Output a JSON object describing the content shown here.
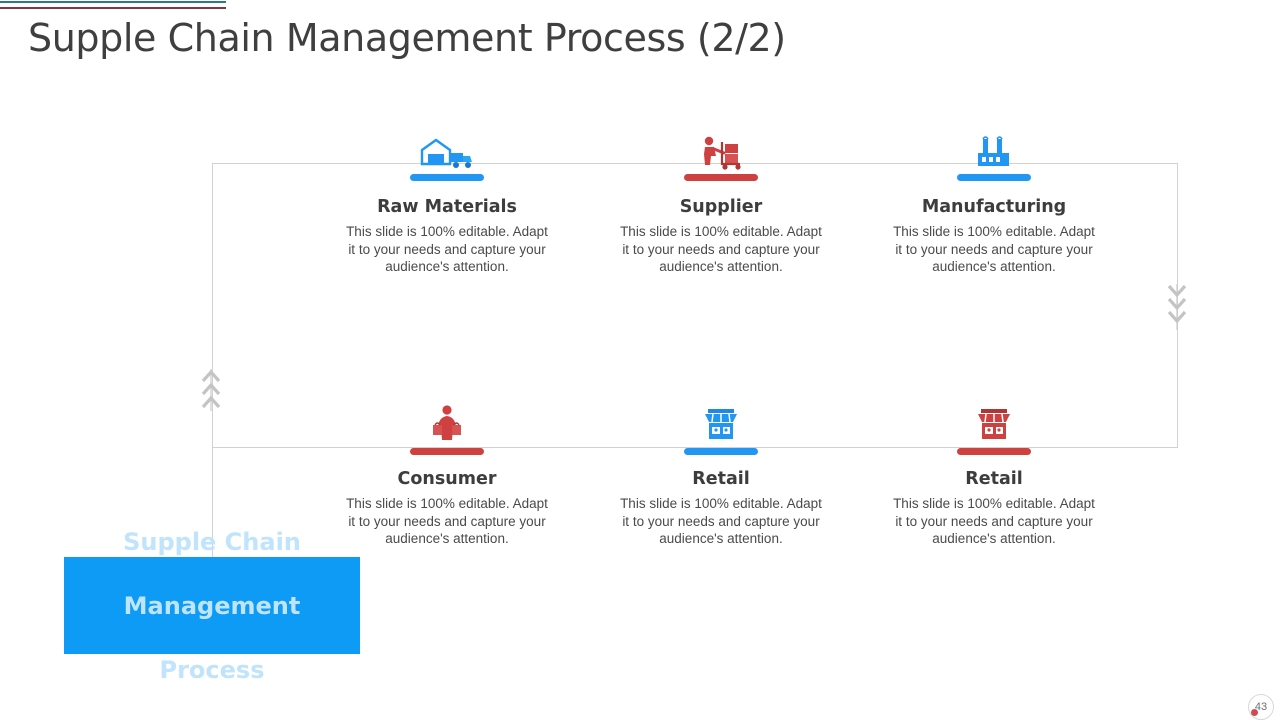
{
  "slide": {
    "title": "Supple Chain Management Process (2/2)",
    "accent_teal": "#2e7c7b",
    "accent_maroon": "#7d3a42",
    "blue": "#2196f3",
    "red": "#cf4040",
    "callout_bg": "#0d9bf5",
    "callout_text_color": "#bfe4fb"
  },
  "callout": {
    "line1": "Supple Chain",
    "line2": "Management",
    "line3": "Process"
  },
  "body_text": "This slide is 100% editable. Adapt it to your needs and capture your audience's attention.",
  "items": [
    {
      "id": "raw-materials",
      "title": "Raw Materials",
      "icon": "warehouse-truck-icon",
      "color": "#2196f3",
      "body": "This slide is 100% editable. Adapt it to your needs and capture your audience's attention."
    },
    {
      "id": "supplier",
      "title": "Supplier",
      "icon": "worker-handtruck-icon",
      "color": "#cf4040",
      "body": "This slide is 100% editable. Adapt it to your needs and capture your audience's attention."
    },
    {
      "id": "manufacturing",
      "title": "Manufacturing",
      "icon": "factory-icon",
      "color": "#2196f3",
      "body": "This slide is 100% editable. Adapt it to your needs and capture your audience's attention."
    },
    {
      "id": "consumer",
      "title": "Consumer",
      "icon": "shopper-person-icon",
      "color": "#cf4040",
      "body": "This slide is 100% editable. Adapt it to your needs and capture your audience's attention."
    },
    {
      "id": "retail-1",
      "title": "Retail",
      "icon": "storefront-icon",
      "color": "#2196f3",
      "body": "This slide is 100% editable. Adapt it to your needs and capture your audience's attention."
    },
    {
      "id": "retail-2",
      "title": "Retail",
      "icon": "storefront-icon",
      "color": "#cf4040",
      "body": "This slide is 100% editable. Adapt it to your needs and capture your audience's attention."
    }
  ],
  "footer": {
    "page_number": "43"
  }
}
